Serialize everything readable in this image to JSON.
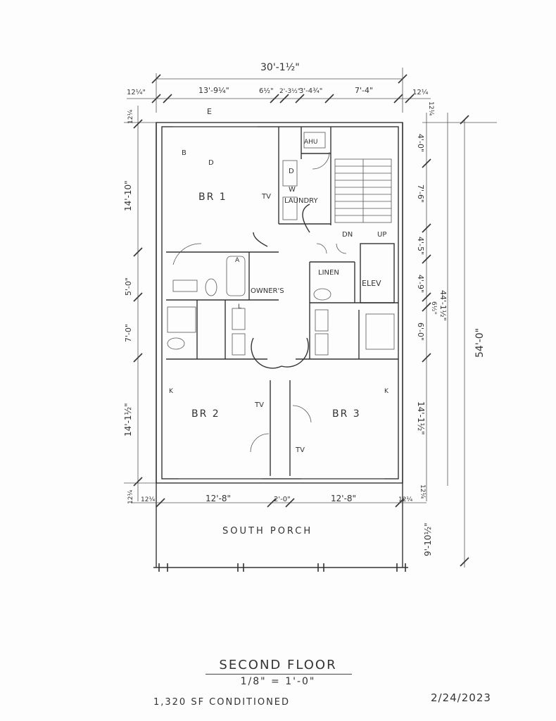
{
  "dimensions": {
    "overall_width": "30'-1½\"",
    "top_segments": [
      "12¼\"",
      "13'-9¼\"",
      "6½\"",
      "2'-3½\"",
      "3'-4¾\"",
      "7'-4\"",
      "12¼"
    ],
    "bottom_segments": [
      "12¼",
      "12'-8\"",
      "2'-0\"",
      "12'-8\"",
      "12¼"
    ],
    "left_segments": [
      "12¼",
      "14'-10\"",
      "5'-0\"",
      "7'-0\"",
      "14'-1½\"",
      "12¼"
    ],
    "right_segments": [
      "12¼",
      "4'-0\"",
      "7'-6\"",
      "4'-5\"",
      "4'-9\"",
      "6½\"",
      "6'-0\"",
      "14'-1½\"",
      "12¼",
      "9'-10½\""
    ],
    "right_subtotal": "44'-1½\"",
    "overall_depth": "54'-0\""
  },
  "rooms": {
    "br1": "BR 1",
    "br2": "BR 2",
    "br3": "BR 3",
    "laundry": "LAUNDRY",
    "owners": "OWNER'S",
    "linen": "LINEN",
    "elev": "ELEV",
    "ahu": "AHU",
    "porch": "SOUTH PORCH"
  },
  "annotations": {
    "e": "E",
    "b": "B",
    "d": "D",
    "tv": "TV",
    "a": "A",
    "l": "L",
    "k": "K",
    "dn": "DN",
    "up": "UP",
    "w": "W"
  },
  "footer": {
    "title": "SECOND FLOOR",
    "scale": "1/8\" = 1'-0\"",
    "area": "1,320 SF CONDITIONED",
    "date": "2/24/2023"
  }
}
